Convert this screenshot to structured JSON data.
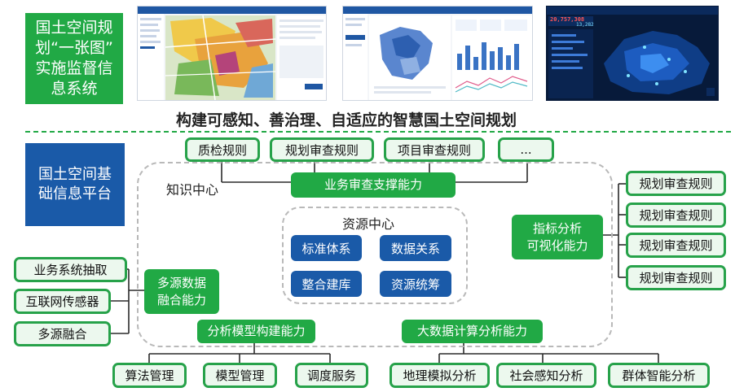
{
  "top_section": {
    "system_title": "国土空间规划“一张图”实施监督信息系统",
    "system_title_lines": [
      "国土空间规",
      "划“一张图”",
      "实施监督信",
      "息系统"
    ],
    "slogan": "构建可感知、善治理、自适应的智慧国土空间规划",
    "dashboard_number": "20,757,308",
    "dashboard_small": "13,282"
  },
  "platform": {
    "title_lines": [
      "国土空间基",
      "础信息平台"
    ],
    "top_rules": [
      "质检规则",
      "规划审查规则",
      "项目审查规则",
      "..."
    ],
    "knowledge_center": "知识中心",
    "business_review": "业务审查支撑能力",
    "resource_center": "资源中心",
    "resource_items": [
      "标准体系",
      "数据关系",
      "整合建库",
      "资源统筹"
    ],
    "indicator_lines": [
      "指标分析",
      "可视化能力"
    ],
    "right_rules": [
      "规划审查规则",
      "规划审查规则",
      "规划审查规则",
      "规划审查规则"
    ],
    "fusion_lines": [
      "多源数据",
      "融合能力"
    ],
    "left_sources": [
      "业务系统抽取",
      "互联网传感器",
      "多源融合"
    ],
    "model_build": "分析模型构建能力",
    "bigdata": "大数据计算分析能力",
    "bottom_left": [
      "算法管理",
      "模型管理",
      "调度服务"
    ],
    "bottom_right": [
      "地理模拟分析",
      "社会感知分析",
      "群体智能分析"
    ]
  },
  "colors": {
    "green": "#21a945",
    "green_border": "#27a24a",
    "green_light": "#ecf8ee",
    "blue": "#1a5aa8",
    "dashed": "#b9b9b9",
    "line": "#2a2a2a"
  }
}
